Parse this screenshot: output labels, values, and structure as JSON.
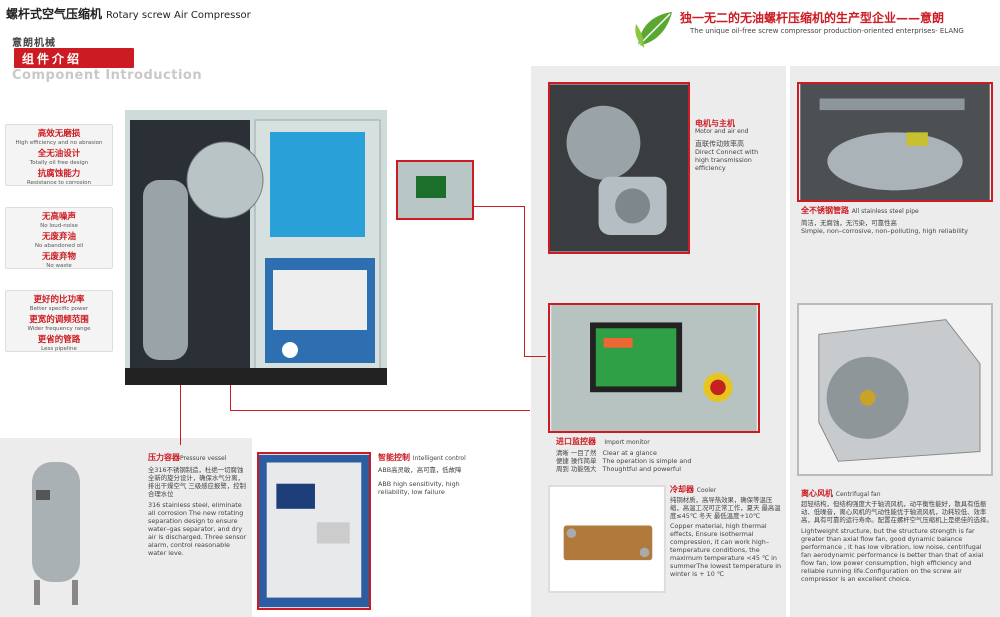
{
  "header": {
    "title_cn": "螺杆式空气压缩机",
    "title_en": "Rotary screw Air Compressor",
    "brand": "意朗机械",
    "section_cn": "组件介绍",
    "section_en": "Component Introduction",
    "tagline_cn": "独一无二的无油螺杆压缩机的生产型企业——意朗",
    "tagline_en": "The unique oil-free screw compressor production-oriented enterprises- ELANG"
  },
  "features": [
    {
      "cn": "高效无磨损",
      "en": "High efficiency and no abrasion"
    },
    {
      "cn": "全无油设计",
      "en": "Totally oil free design"
    },
    {
      "cn": "抗腐蚀能力",
      "en": "Resistance to corrosion"
    },
    {
      "cn": "无高噪声",
      "en": "No loud-noise"
    },
    {
      "cn": "无废弃油",
      "en": "No abandoned oil"
    },
    {
      "cn": "无废弃物",
      "en": "No waste"
    },
    {
      "cn": "更好的比功率",
      "en": "Better specific power"
    },
    {
      "cn": "更宽的调频范围",
      "en": "Wider frequency range"
    },
    {
      "cn": "更省的管路",
      "en": "Less pipeline"
    }
  ],
  "motor": {
    "cn": "电机与主机",
    "en": "Motor and air end",
    "d_cn": "直联传动效率高",
    "d_en": "Direct Connect with high transmission efficiency"
  },
  "pipe": {
    "cn": "全不锈钢管路",
    "en": "All stainless steel pipe",
    "d_cn": "简洁，无腐蚀，无污染，可靠性高",
    "d_en": "Simple, non–corrosive, non–polluting, high reliability"
  },
  "monitor": {
    "cn": "进口监控器",
    "en": "Import monitor",
    "rows": [
      {
        "cn": "清晰 一目了然",
        "en": "Clear at a glance"
      },
      {
        "cn": "便捷 操作简单",
        "en": "The operation is simple and"
      },
      {
        "cn": "周到 功能强大",
        "en": "Thoughtful and powerful"
      }
    ]
  },
  "cooler": {
    "cn": "冷却器",
    "en": "Cooler",
    "d_cn": "纯铜材质，高导热效果，确保等温压缩，高温工况可正常工作，夏天 最高温度≤45℃ 冬天 最低温度+10℃",
    "d_en": "Copper material, high thermal effects, Ensure isothermal compression, it can work high–temperature conditions, the maximum temperature <45 ℃ in summerThe lowest temperature in winter is + 10 ℃"
  },
  "fan": {
    "cn": "离心风机",
    "en": "Centrifugal fan",
    "d_cn": "超轻结构，但结构强度大于轴流风机，动平衡性能好，散具有低振动、低噪音，离心风机的气动性能优于轴流风机，功耗较低、效率高，具有可靠的运行寿命。配置在螺杆空气压缩机上是绝佳的选择。",
    "d_en": "Lightweight structure, but the structure strength is far greater than axial flow fan, good dynamic balance performance , it has low vibration, low noise, centrifugal fan aerodynamic performance is better than that of axial flow fan, low power consumption, high efficiency and reliable running life.Configuration on the screw air compressor is an excellent choice."
  },
  "vessel": {
    "cn": "压力容器",
    "en": "Pressure vessel",
    "d_cn": "全316不锈钢制造，杜绝一切腐蚀 全新的旋分设计，确保水气分离，排出干燥空气 三级感应报警，控制合理水位",
    "d_en": "316 stainless steel, eliminate all corrosion The new rotating separation design to ensure water–gas separator, and dry air is discharged. Three sensor alarm, control reasonable water leve."
  },
  "control": {
    "cn": "智能控制",
    "en": "Intelligent control",
    "d_cn": "ABB高灵敏，高可靠，低故障",
    "d_en": "ABB high sensitivity, high reliability, low failure"
  },
  "colors": {
    "accent": "#cc1b22",
    "panel": "#ececec"
  }
}
